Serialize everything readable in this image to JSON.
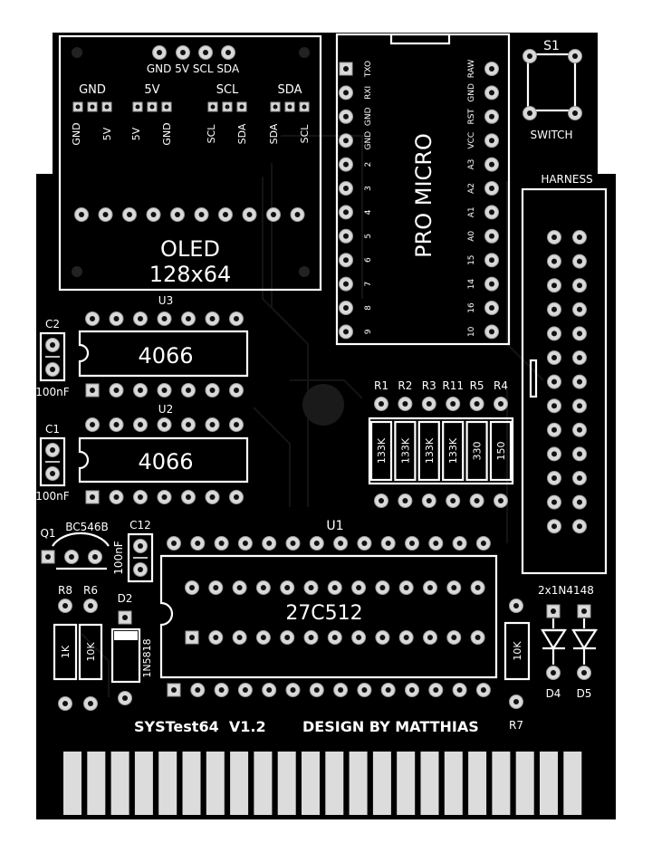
{
  "board": {
    "bg_color": "#000000",
    "silk_color": "#ffffff",
    "pad_color": "#d9d9d9",
    "footer_left": "SYSTest64  V1.2",
    "footer_right": "DESIGN BY MATTHIAS"
  },
  "oled": {
    "header_pins": [
      "GND",
      "5V",
      "SCL",
      "SDA"
    ],
    "jumper_titles": [
      "GND",
      "5V",
      "SCL",
      "SDA"
    ],
    "jumper_pin_labels": [
      [
        "GND",
        "5V"
      ],
      [
        "5V",
        "GND"
      ],
      [
        "SCL",
        "SDA"
      ],
      [
        "SDA",
        "SCL"
      ]
    ],
    "title": "OLED",
    "subtitle": "128x64"
  },
  "pro_micro": {
    "label": "PRO MICRO",
    "left_pins": [
      "TXO",
      "RXI",
      "GND",
      "GND",
      "2",
      "3",
      "4",
      "5",
      "6",
      "7",
      "8",
      "9"
    ],
    "right_pins": [
      "RAW",
      "GND",
      "RST",
      "VCC",
      "A3",
      "A2",
      "A1",
      "A0",
      "15",
      "14",
      "16",
      "10"
    ]
  },
  "switch": {
    "ref": "S1",
    "label": "SWITCH"
  },
  "harness": {
    "label": "HARNESS"
  },
  "u3": {
    "ref": "U3",
    "value": "4066"
  },
  "u2": {
    "ref": "U2",
    "value": "4066"
  },
  "u1": {
    "ref": "U1",
    "value": "27C512"
  },
  "c2": {
    "ref": "C2",
    "value": "100nF"
  },
  "c1": {
    "ref": "C1",
    "value": "100nF"
  },
  "c12": {
    "ref": "C12",
    "value": "100nF"
  },
  "q1": {
    "ref": "Q1",
    "value": "BC546B"
  },
  "resistor_bank": [
    {
      "ref": "R1",
      "value": "133K"
    },
    {
      "ref": "R2",
      "value": "133K"
    },
    {
      "ref": "R3",
      "value": "133K"
    },
    {
      "ref": "R11",
      "value": "133K"
    },
    {
      "ref": "R5",
      "value": "330"
    },
    {
      "ref": "R4",
      "value": "150"
    }
  ],
  "r8": {
    "ref": "R8",
    "value": "1K"
  },
  "r6": {
    "ref": "R6",
    "value": "10K"
  },
  "r7": {
    "ref": "R7",
    "value": "10K"
  },
  "d2": {
    "ref": "D2",
    "value": "1N5818"
  },
  "diodes": {
    "value": "2x1N4148",
    "refs": [
      "D4",
      "D5"
    ]
  }
}
